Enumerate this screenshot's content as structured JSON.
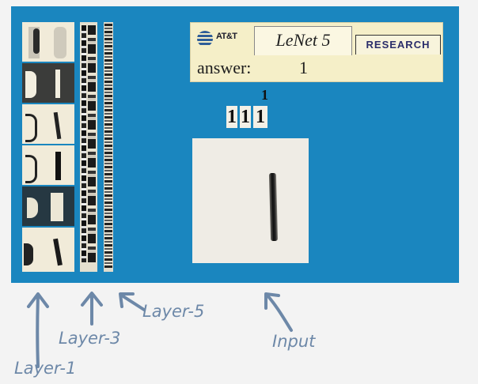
{
  "banner": {
    "att_logo_text": "AT&T",
    "model_name": "LeNet 5",
    "research_label": "RESEARCH",
    "answer_label": "answer:",
    "answer_value": "1"
  },
  "output": {
    "top_digit": "1",
    "thumbnails": [
      "1",
      "1",
      "1"
    ]
  },
  "captions": {
    "layer1": "Layer-1",
    "layer3": "Layer-3",
    "layer5": "Layer-5",
    "input": "Input"
  },
  "colors": {
    "screen_bg": "#1a86bf",
    "banner_bg": "#f5efc8",
    "caption": "#6d88a8",
    "page_bg": "#f3f3f3"
  }
}
